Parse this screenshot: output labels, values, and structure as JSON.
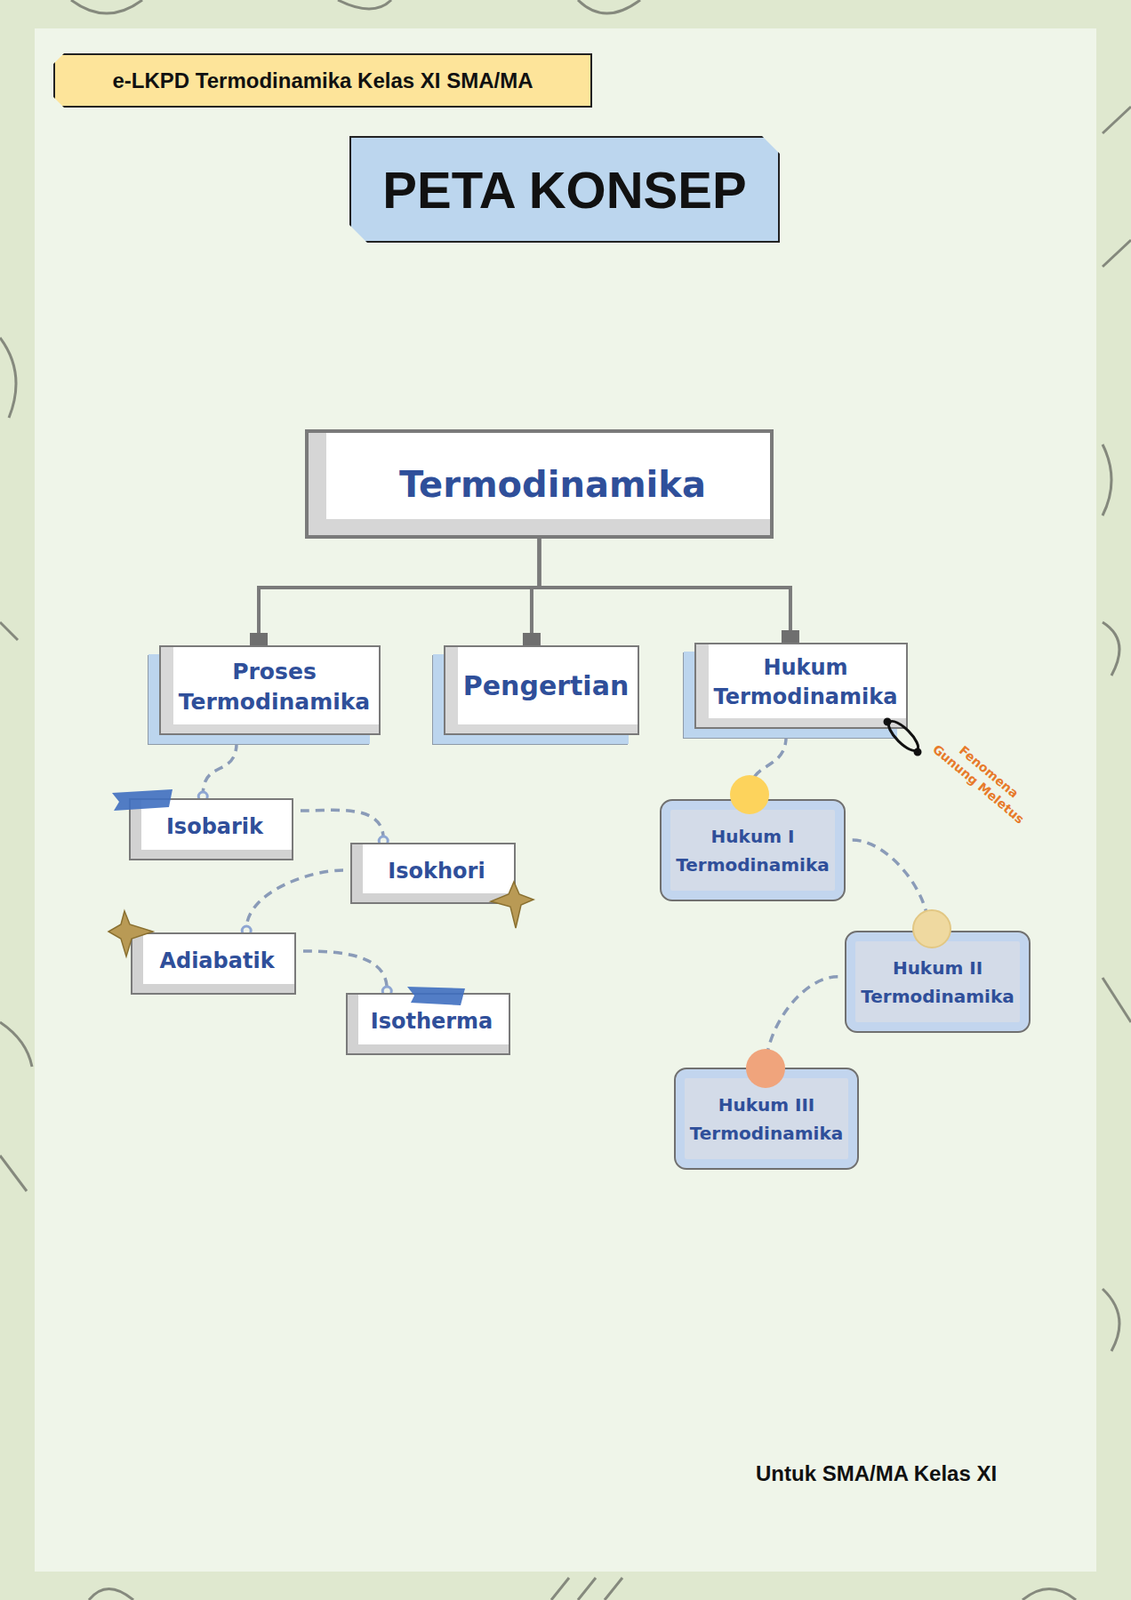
{
  "diagram": {
    "title": "PETA KONSEP",
    "nodes": [
      {
        "text": [
          "e-LKPD Termodinamika Kelas XI SMA/MA"
        ]
      },
      {
        "text": [
          "Termodinamika"
        ]
      },
      {
        "text": [
          "Proses Termodinamika"
        ]
      },
      {
        "text": [
          "Pengertian"
        ]
      },
      {
        "text": [
          "Hukum Termodinamika"
        ]
      },
      {
        "text": [
          "Isobarik"
        ]
      },
      {
        "text": [
          "Isokhori"
        ]
      },
      {
        "text": [
          "Adiabatik"
        ]
      },
      {
        "text": [
          "Isotherma"
        ]
      },
      {
        "text": [
          "Hukum I Termodinamika"
        ]
      },
      {
        "text": [
          "Hukum II Termodinamika"
        ]
      },
      {
        "text": [
          "Hukum III Termodinamika"
        ]
      }
    ],
    "edges": [
      {
        "from": 1,
        "to": 2,
        "arrow": "none"
      },
      {
        "from": 1,
        "to": 3,
        "arrow": "none"
      },
      {
        "from": 1,
        "to": 4,
        "arrow": "none"
      },
      {
        "from": 2,
        "to": 5,
        "arrow": "none"
      },
      {
        "from": 5,
        "to": 6,
        "arrow": "none"
      },
      {
        "from": 6,
        "to": 7,
        "arrow": "none"
      },
      {
        "from": 7,
        "to": 8,
        "arrow": "none"
      },
      {
        "from": 4,
        "to": 9,
        "arrow": "none"
      },
      {
        "from": 9,
        "to": 10,
        "arrow": "none"
      },
      {
        "from": 10,
        "to": 11,
        "arrow": "none"
      }
    ],
    "labels": [
      "Fenomena Gunung Meletus",
      "Untuk SMA/MA Kelas XI"
    ]
  }
}
